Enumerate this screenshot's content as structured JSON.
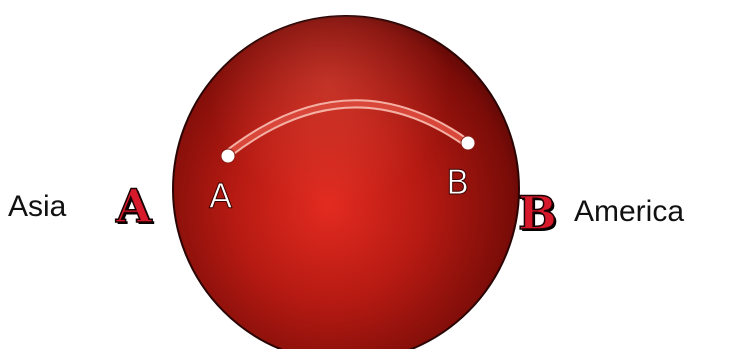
{
  "labels": {
    "left_region": "Asia",
    "right_region": "America",
    "left_marker": "A",
    "right_marker": "B",
    "point_a": "A",
    "point_b": "B"
  },
  "colors": {
    "sphere": "#b11a12",
    "sphere_dark": "#5e0806",
    "path": "#e25845",
    "marker_letter": "#d7192c"
  }
}
